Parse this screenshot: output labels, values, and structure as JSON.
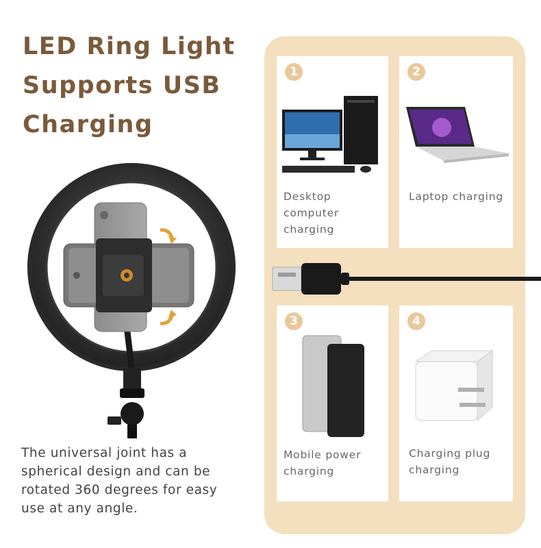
{
  "title": {
    "line1": "LED Ring Light",
    "line2": "Supports USB",
    "line3": "Charging"
  },
  "description": {
    "line1": "The universal joint has a",
    "line2": "spherical design and can be",
    "line3": "rotated 360 degrees for easy",
    "line4": "use at any angle."
  },
  "cards": [
    {
      "number": "1",
      "caption_lines": [
        "Desktop",
        "computer",
        "charging"
      ],
      "icon": "desktop-computer-icon"
    },
    {
      "number": "2",
      "caption_lines": [
        "Laptop charging"
      ],
      "icon": "laptop-icon"
    },
    {
      "number": "3",
      "caption_lines": [
        "Mobile power",
        "charging"
      ],
      "icon": "power-bank-icon"
    },
    {
      "number": "4",
      "caption_lines": [
        "Charging plug",
        "charging"
      ],
      "icon": "charging-plug-icon"
    }
  ],
  "colors": {
    "title": "#7a5a3a",
    "panel": "#f4dfbe",
    "number_badge": "#e9c89a"
  }
}
